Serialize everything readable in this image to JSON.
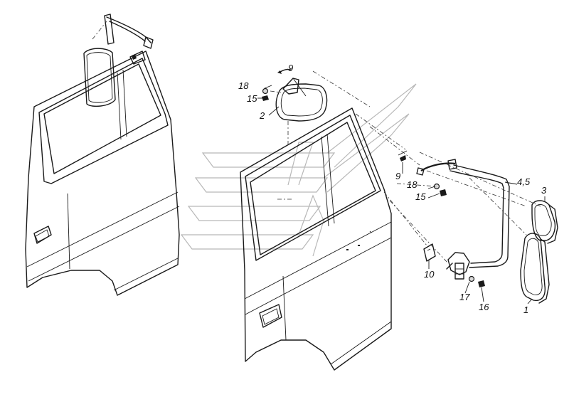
{
  "callouts": {
    "c1": "1",
    "c2": "2",
    "c3": "3",
    "c45": "4,5",
    "c9a": "9",
    "c9b": "9",
    "c10": "10",
    "c15a": "15",
    "c15b": "15",
    "c16": "16",
    "c17": "17",
    "c18a": "18",
    "c18b": "18"
  }
}
